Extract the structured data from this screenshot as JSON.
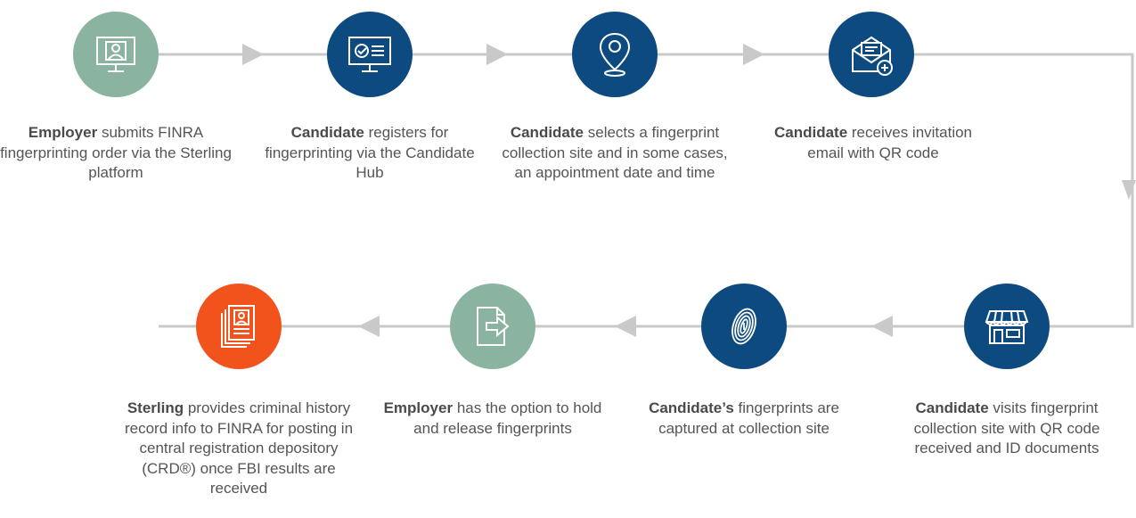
{
  "colors": {
    "sage": "#8ab4a0",
    "navy": "#0d4a7f",
    "orange": "#f2521b",
    "connector": "#c9c9c9"
  },
  "steps": [
    {
      "actor": "Employer",
      "text": "submits FINRA fingerprinting order via the Sterling platform",
      "icon": "computer-user-icon",
      "color": "sage"
    },
    {
      "actor": "Candidate",
      "text": "registers for fingerprinting via the Candidate Hub",
      "icon": "monitor-check-icon",
      "color": "navy"
    },
    {
      "actor": "Candidate",
      "text": "selects a fingerprint collection site and in some cases, an appointment date and time",
      "icon": "location-pin-icon",
      "color": "navy"
    },
    {
      "actor": "Candidate",
      "text": "receives invitation email with QR code",
      "icon": "envelope-plus-icon",
      "color": "navy"
    },
    {
      "actor": "Candidate",
      "text": "visits fingerprint collection site with QR code received and ID documents",
      "icon": "storefront-icon",
      "color": "navy"
    },
    {
      "actor": "Candidate’s",
      "text": "fingerprints are captured at collection site",
      "icon": "fingerprint-icon",
      "color": "navy"
    },
    {
      "actor": "Employer",
      "text": "has the option to hold and release fingerprints",
      "icon": "document-arrow-icon",
      "color": "sage"
    },
    {
      "actor": "Sterling",
      "text": "provides criminal history record info to FINRA for posting in central registration depository (CRD®) once FBI results are received",
      "icon": "documents-profile-icon",
      "color": "orange"
    }
  ]
}
